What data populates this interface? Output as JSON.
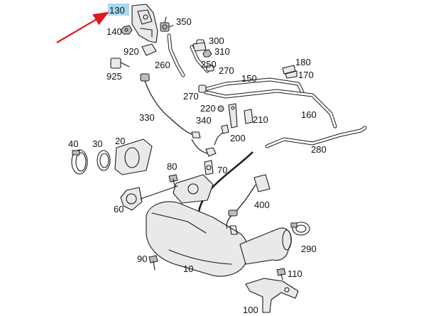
{
  "labels": {
    "p130": "130",
    "p140": "140",
    "p350": "350",
    "p920": "920",
    "p300": "300",
    "p310": "310",
    "p260": "260",
    "p250": "250",
    "p270a": "270",
    "p150": "150",
    "p180": "180",
    "p170": "170",
    "p925": "925",
    "p270b": "270",
    "p220": "220",
    "p210": "210",
    "p160": "160",
    "p330": "330",
    "p340": "340",
    "p200": "200",
    "p40": "40",
    "p30": "30",
    "p20": "20",
    "p280": "280",
    "p80": "80",
    "p70": "70",
    "p60": "60",
    "p400": "400",
    "p290": "290",
    "p90": "90",
    "p10": "10",
    "p110": "110",
    "p100": "100"
  },
  "highlight": {
    "label": "p130",
    "color": "#a9d8f2"
  },
  "arrow_color": "#e0181e"
}
